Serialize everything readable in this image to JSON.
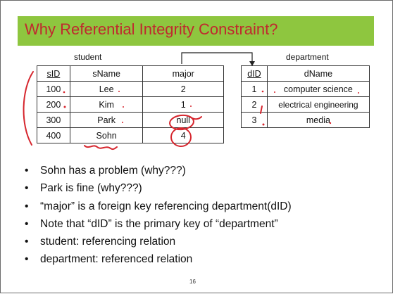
{
  "slide": {
    "title": "Why Referential Integrity Constraint?",
    "page_number": "16"
  },
  "student": {
    "caption": "student",
    "headers": [
      "sID",
      "sName",
      "major"
    ],
    "rows": [
      [
        "100",
        "Lee",
        "2"
      ],
      [
        "200",
        "Kim",
        "1"
      ],
      [
        "300",
        "Park",
        "null"
      ],
      [
        "400",
        "Sohn",
        "4"
      ]
    ]
  },
  "department": {
    "caption": "department",
    "headers": [
      "dID",
      "dName"
    ],
    "rows": [
      [
        "1",
        "computer science"
      ],
      [
        "2",
        "electrical engineering"
      ],
      [
        "3",
        "media"
      ]
    ]
  },
  "bullets": [
    "Sohn has a problem (why???)",
    "Park is fine (why???)",
    "“major” is a foreign key referencing department(dID)",
    "Note that “dID” is the primary key of “department”",
    "student: referencing relation",
    "department: referenced relation"
  ],
  "colors": {
    "title_bar": "#8ec63f",
    "title_text": "#c0282e",
    "annotation_ink": "#d6262e"
  }
}
